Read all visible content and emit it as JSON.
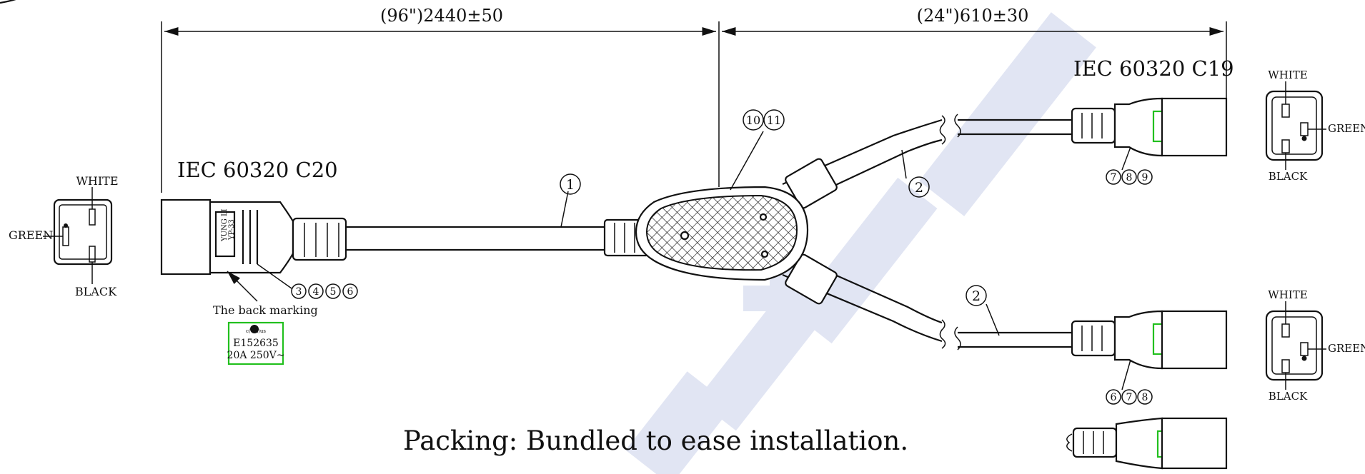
{
  "dimensions": {
    "main_length": "(96\")2440±50",
    "branch_length": "(24\")610±30"
  },
  "connectors": {
    "left_title": "IEC 60320 C20",
    "right_title": "IEC 60320 C19"
  },
  "plug_text": {
    "left_plug_line1": "YUNG LI",
    "left_plug_line2": "YP-33"
  },
  "callouts": {
    "cable": "1",
    "branch_top": "2",
    "branch_bottom": "2",
    "splitter_a": "10",
    "splitter_b": "11",
    "left_plug": [
      "3",
      "4",
      "5",
      "6"
    ],
    "top_right_plug": [
      "7",
      "8",
      "9"
    ],
    "bottom_right_plug": [
      "6",
      "7",
      "8"
    ]
  },
  "back_marking": {
    "label": "The back marking",
    "cert": "c(UL)us",
    "file_no": "E152635",
    "rating": "20A 250V~"
  },
  "pinouts": {
    "left": {
      "top": "WHITE",
      "side": "GREEN",
      "bottom": "BLACK"
    },
    "right_top": {
      "top": "WHITE",
      "side": "GREEN",
      "bottom": "BLACK"
    },
    "right_bottom": {
      "top": "WHITE",
      "side": "GREEN",
      "bottom": "BLACK"
    }
  },
  "packing_note": "Packing: Bundled to ease installation.",
  "colors": {
    "line": "#111111",
    "highlight": "#22c01e",
    "watermark": "#d7dcef"
  }
}
